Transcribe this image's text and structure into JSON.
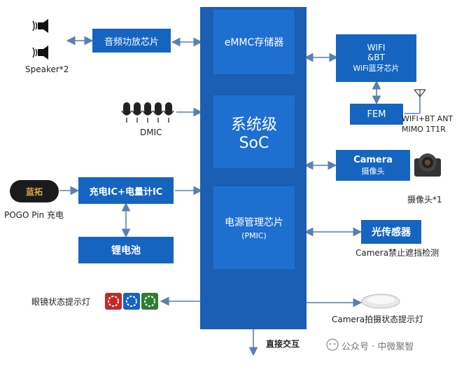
{
  "soc": {
    "emmc": "eMMC存储器",
    "soc_line1": "系统级",
    "soc_line2": "SoC",
    "pmic_line1": "电源管理芯片",
    "pmic_line2": "(PMIC)"
  },
  "left": {
    "audio_amp": "音频功放芯片",
    "speaker": "Speaker*2",
    "dmic": "DMIC",
    "charger": "充电IC+电量计IC",
    "pogo": "POGO Pin 充电",
    "battery": "锂电池",
    "glasses_light": "眼镜状态提示灯",
    "pogo_logo": "蓝拓"
  },
  "right": {
    "wifi_line1": "WIFI",
    "wifi_line2": "&BT",
    "wifi_line3": "WiFi蓝牙芯片",
    "fem": "FEM",
    "ant_line1": "WIFI+BT ANT",
    "ant_line2": "MIMO 1T1R",
    "camera_line1": "Camera",
    "camera_line2": "摄像头",
    "camera_count": "摄像头*1",
    "light_sensor": "光传感器",
    "light_sensor_desc": "Camera禁止遮挡检测",
    "camera_light": "Camera拍摄状态提示灯"
  },
  "bottom": {
    "direct": "直接交互",
    "watermark": "公众号 · 中微聚智"
  },
  "colors": {
    "block": "#1565c0",
    "soc": "#1a5fb4",
    "arrow": "#5a7fb0"
  }
}
